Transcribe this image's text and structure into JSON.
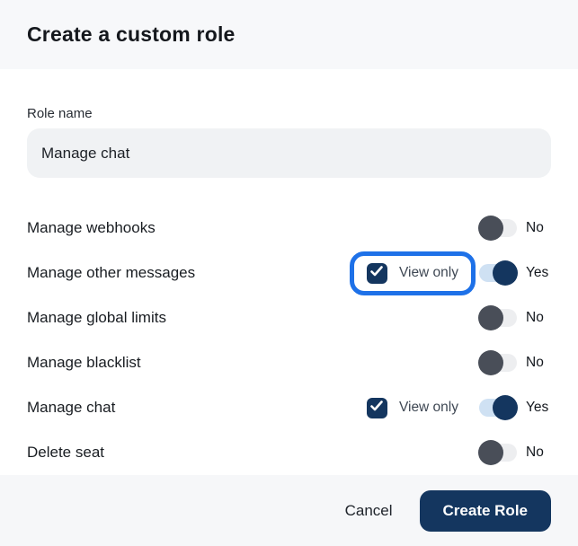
{
  "header": {
    "title": "Create a custom role"
  },
  "form": {
    "role_name_label": "Role name",
    "role_name_value": "Manage chat"
  },
  "permissions": [
    {
      "label": "Manage webhooks",
      "enabled": false,
      "state_label": "No"
    },
    {
      "label": "Manage other messages",
      "enabled": true,
      "state_label": "Yes",
      "view_only": {
        "label": "View only",
        "checked": true,
        "highlighted": true
      }
    },
    {
      "label": "Manage global limits",
      "enabled": false,
      "state_label": "No"
    },
    {
      "label": "Manage blacklist",
      "enabled": false,
      "state_label": "No"
    },
    {
      "label": "Manage chat",
      "enabled": true,
      "state_label": "Yes",
      "view_only": {
        "label": "View only",
        "checked": true,
        "highlighted": false
      }
    },
    {
      "label": "Delete seat",
      "enabled": false,
      "state_label": "No"
    }
  ],
  "footer": {
    "cancel_label": "Cancel",
    "create_label": "Create Role"
  },
  "icons": {
    "checkbox_glyph": "check-icon"
  },
  "colors": {
    "header_bg": "#f7f8fa",
    "footer_bg": "#f6f7f9",
    "input_bg": "#f0f2f4",
    "toggle_off_track": "#edeef0",
    "toggle_off_knob": "#494e58",
    "toggle_on_track": "#cfe1f3",
    "navy_accent": "#14365f",
    "highlight_ring": "#1e71e8"
  }
}
